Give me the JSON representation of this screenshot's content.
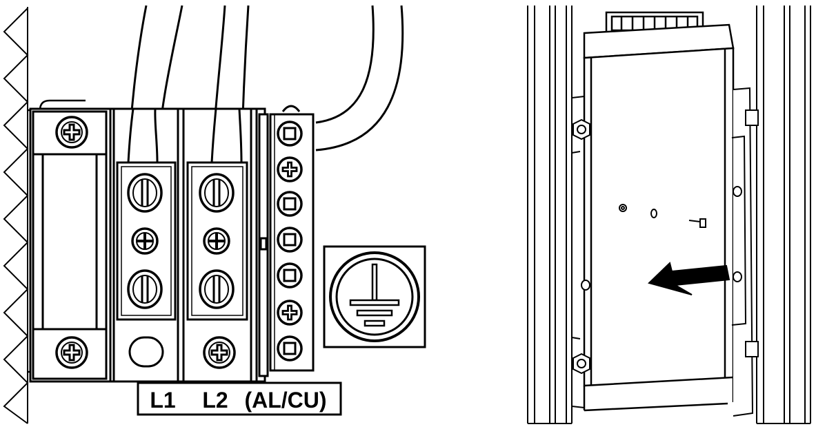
{
  "terminal_label": {
    "l1": "L1",
    "l2": "L2",
    "material": "(AL/CU)"
  },
  "colors": {
    "stroke": "#000000",
    "fill": "#ffffff",
    "arrow": "#000000"
  },
  "icons": {
    "ground": "protective-earth-ground-icon",
    "arrow": "pointing-arrow-icon"
  }
}
